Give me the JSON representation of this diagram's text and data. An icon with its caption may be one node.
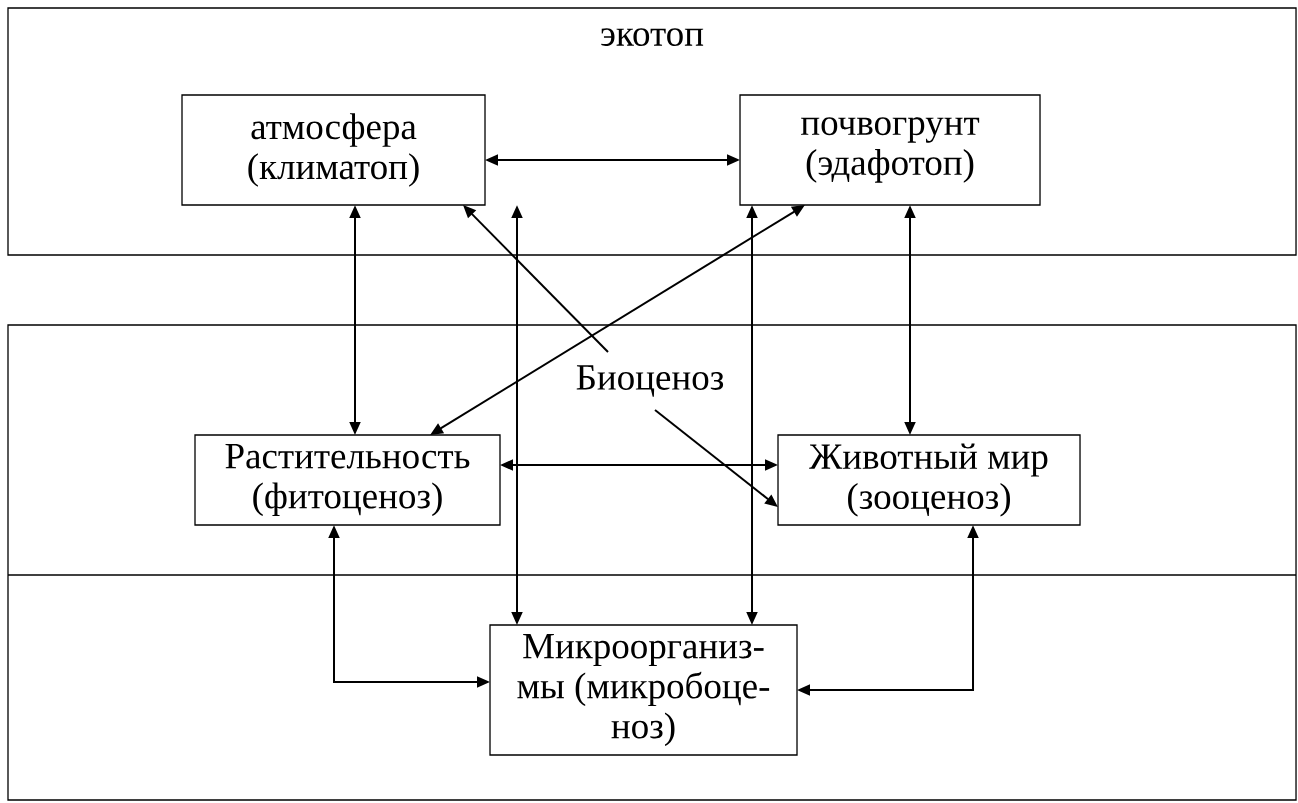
{
  "diagram": {
    "nodes": [
      {
        "text": [
          "экотоп"
        ]
      },
      {
        "text": [
          "атмосфера (климатоп)"
        ],
        "in": 0
      },
      {
        "text": [
          "почвогрунт (эдафотоп)"
        ],
        "in": 0
      },
      {
        "text": [],
        "shape": "box"
      },
      {
        "text": [
          "Биоценоз"
        ],
        "in": 3
      },
      {
        "text": [
          "Растительность (фитоценоз)"
        ],
        "in": 3
      },
      {
        "text": [
          "Животный мир (зооценоз)"
        ],
        "in": 3
      },
      {
        "text": [
          "Микроорганиз- мы (микробоце- ноз)"
        ],
        "in": 3
      }
    ],
    "edges": [
      {
        "from": 1,
        "to": 2,
        "arrow": "both"
      },
      {
        "from": 1,
        "to": 5,
        "arrow": "both"
      },
      {
        "from": 1,
        "to": 7,
        "arrow": "both"
      },
      {
        "from": 4,
        "to": 1,
        "arrow": "to"
      },
      {
        "from": 5,
        "to": 2,
        "arrow": "both"
      },
      {
        "from": 7,
        "to": 2,
        "arrow": "both"
      },
      {
        "from": 2,
        "to": 6,
        "arrow": "both"
      },
      {
        "from": 5,
        "to": 6,
        "arrow": "both"
      },
      {
        "from": 4,
        "to": 6,
        "arrow": "to"
      },
      {
        "from": 5,
        "to": 7,
        "arrow": "both"
      },
      {
        "from": 6,
        "to": 7,
        "arrow": "both"
      }
    ]
  }
}
